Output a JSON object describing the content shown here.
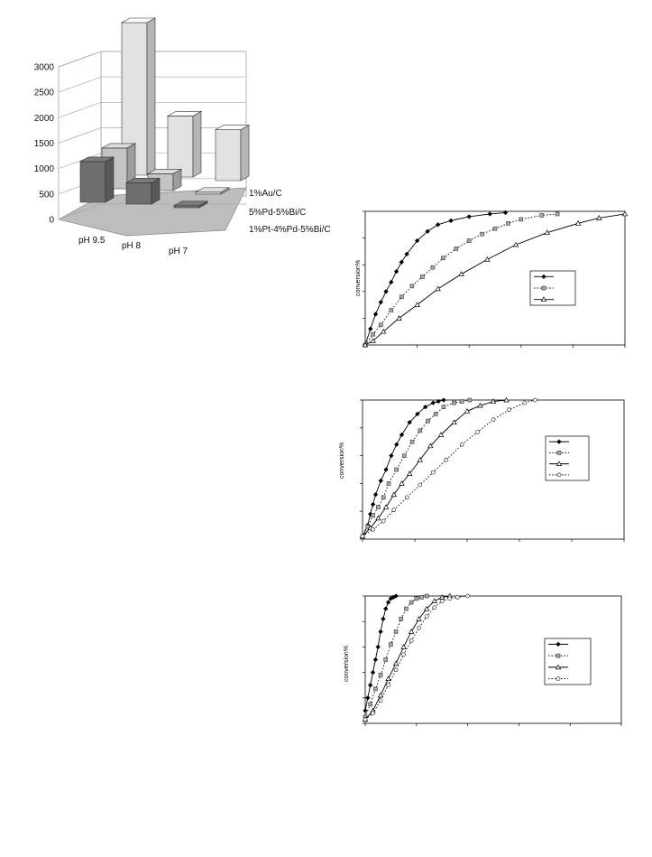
{
  "chart_data": [
    {
      "type": "bar",
      "title": "",
      "categories": [
        "pH 9.5",
        "pH 8",
        "pH 7"
      ],
      "series": [
        {
          "name": "1%Au/C",
          "values": [
            3000,
            1200,
            1000
          ]
        },
        {
          "name": "5%Pd-5%Bi/C",
          "values": [
            800,
            330,
            40
          ]
        },
        {
          "name": "1%Pt-4%Pd-5%Bi/C",
          "values": [
            800,
            420,
            40
          ]
        }
      ],
      "ylim": [
        0,
        3000
      ],
      "yticks": [
        "0",
        "500",
        "1000",
        "1500",
        "2000",
        "2500",
        "3000"
      ],
      "legend": "right",
      "colors": {
        "au": "#e2e2e2",
        "pdbi": "#c4c4c4",
        "ptpdbi": "#6e6e6e"
      }
    },
    {
      "type": "line",
      "ylabel": "conversion%",
      "xlim": [
        0,
        100
      ],
      "ylim": [
        0,
        100
      ],
      "legend": "right",
      "series": [
        {
          "marker": "diamond",
          "dash": "solid",
          "x": [
            0,
            2,
            4,
            6,
            8,
            10,
            12,
            14,
            16,
            20,
            24,
            28,
            33,
            40,
            48,
            54
          ],
          "y": [
            0,
            12,
            23,
            32,
            40,
            47,
            55,
            62,
            68,
            78,
            85,
            90,
            93,
            96,
            98,
            99
          ]
        },
        {
          "marker": "square",
          "dash": "dotted",
          "x": [
            0,
            3,
            6,
            10,
            14,
            18,
            22,
            26,
            30,
            35,
            40,
            45,
            50,
            55,
            60,
            68,
            74
          ],
          "y": [
            0,
            8,
            15,
            26,
            36,
            44,
            51,
            58,
            65,
            72,
            78,
            83,
            87,
            91,
            94,
            97,
            98
          ]
        },
        {
          "marker": "triangle",
          "dash": "solid",
          "x": [
            0,
            3,
            7,
            13,
            20,
            28,
            37,
            47,
            58,
            70,
            82,
            90,
            100
          ],
          "y": [
            0,
            3,
            10,
            20,
            30,
            42,
            53,
            64,
            75,
            84,
            91,
            95,
            98
          ]
        }
      ]
    },
    {
      "type": "line",
      "ylabel": "conversion%",
      "xlim": [
        0,
        100
      ],
      "ylim": [
        0,
        100
      ],
      "legend": "right",
      "series": [
        {
          "marker": "diamond",
          "dash": "solid",
          "x": [
            0,
            2,
            3,
            4,
            5,
            7,
            9,
            11,
            13,
            15,
            18,
            21,
            24,
            27,
            29,
            31
          ],
          "y": [
            2,
            10,
            18,
            25,
            32,
            42,
            50,
            60,
            68,
            75,
            84,
            90,
            95,
            98,
            99,
            100
          ]
        },
        {
          "marker": "square",
          "dash": "dotted",
          "x": [
            0,
            2,
            4,
            6,
            8,
            10,
            13,
            16,
            19,
            22,
            25,
            28,
            31,
            35,
            38,
            41
          ],
          "y": [
            2,
            9,
            17,
            23,
            30,
            40,
            50,
            60,
            70,
            78,
            85,
            90,
            95,
            98,
            99,
            100
          ]
        },
        {
          "marker": "triangle",
          "dash": "solid",
          "x": [
            0,
            3,
            6,
            9,
            12,
            15,
            18,
            22,
            26,
            30,
            35,
            40,
            45,
            50,
            55
          ],
          "y": [
            2,
            8,
            15,
            23,
            32,
            40,
            47,
            57,
            67,
            75,
            84,
            92,
            96,
            99,
            100
          ]
        },
        {
          "marker": "circle",
          "dash": "dotted",
          "x": [
            0,
            4,
            8,
            12,
            17,
            22,
            27,
            32,
            38,
            44,
            50,
            56,
            62,
            66
          ],
          "y": [
            2,
            7,
            13,
            21,
            30,
            39,
            48,
            57,
            68,
            77,
            86,
            93,
            98,
            100
          ]
        }
      ]
    },
    {
      "type": "line",
      "ylabel": "conversion%",
      "xlim": [
        0,
        100
      ],
      "ylim": [
        0,
        100
      ],
      "legend": "right",
      "series": [
        {
          "marker": "diamond",
          "dash": "solid",
          "x": [
            0,
            1,
            2,
            3,
            4,
            5,
            6,
            7,
            8,
            9,
            10,
            11,
            12
          ],
          "y": [
            10,
            20,
            30,
            40,
            50,
            60,
            72,
            82,
            90,
            95,
            98,
            99,
            100
          ]
        },
        {
          "marker": "square",
          "dash": "dotted",
          "x": [
            0,
            2,
            4,
            6,
            8,
            10,
            12,
            14,
            16,
            18,
            20,
            22,
            24
          ],
          "y": [
            5,
            15,
            27,
            38,
            50,
            62,
            72,
            82,
            90,
            95,
            98,
            99,
            100
          ]
        },
        {
          "marker": "triangle",
          "dash": "solid",
          "x": [
            0,
            3,
            6,
            9,
            12,
            15,
            18,
            21,
            24,
            27,
            30,
            33
          ],
          "y": [
            3,
            10,
            22,
            35,
            47,
            60,
            72,
            82,
            90,
            96,
            99,
            100
          ]
        },
        {
          "marker": "circle",
          "dash": "dotted",
          "x": [
            0,
            3,
            6,
            9,
            12,
            15,
            18,
            21,
            24,
            27,
            30,
            33,
            36,
            40
          ],
          "y": [
            3,
            8,
            18,
            30,
            42,
            54,
            65,
            75,
            84,
            91,
            96,
            98,
            99,
            100
          ]
        }
      ]
    }
  ]
}
